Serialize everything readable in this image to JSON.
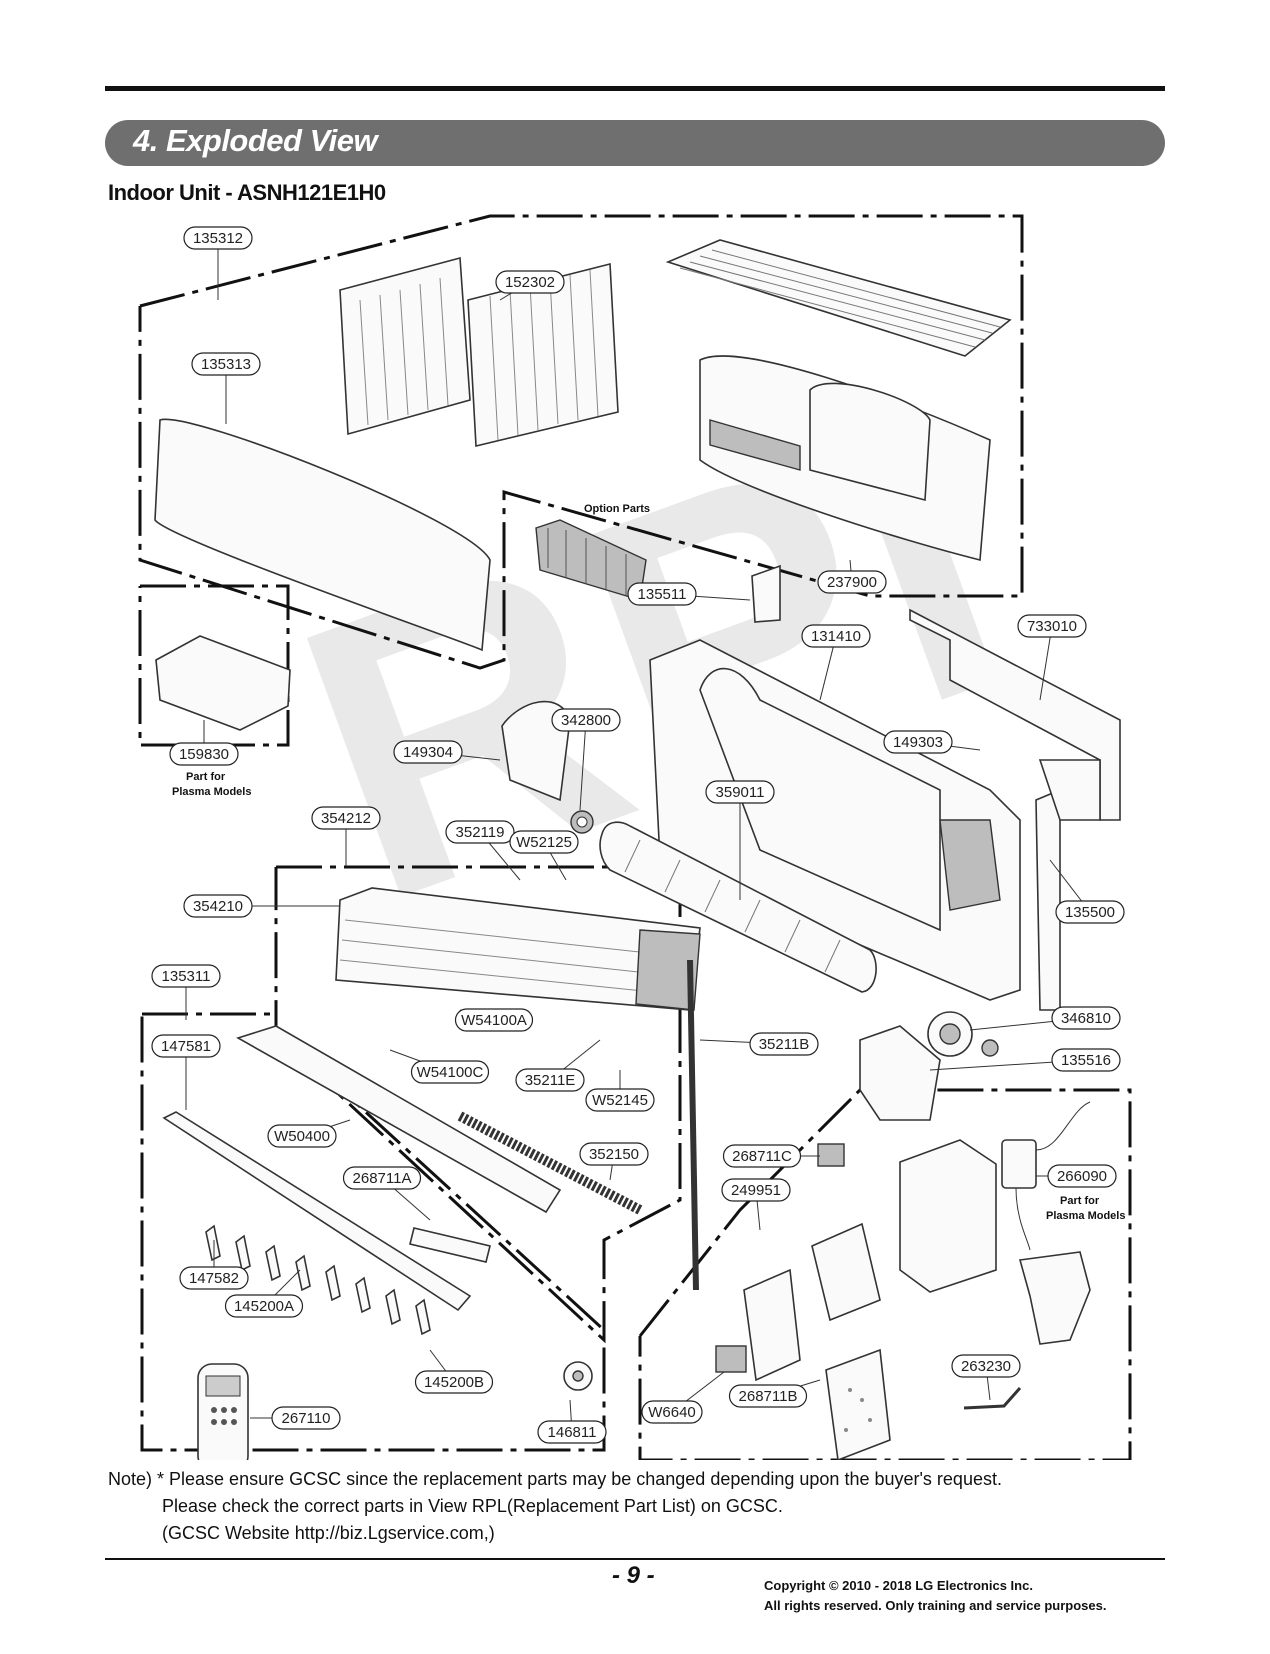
{
  "section_title": "4. Exploded View",
  "subtitle": "Indoor Unit - ASNH121E1H0",
  "watermark": "RPI",
  "option_parts_label": "Option Parts",
  "plasma_note_left": [
    "Part for",
    "Plasma Models"
  ],
  "plasma_note_right": [
    "Part for",
    "Plasma Models"
  ],
  "callouts": [
    {
      "id": "c135312",
      "label": "135312"
    },
    {
      "id": "c152302",
      "label": "152302"
    },
    {
      "id": "c135313",
      "label": "135313"
    },
    {
      "id": "c237900",
      "label": "237900"
    },
    {
      "id": "c135511",
      "label": "135511"
    },
    {
      "id": "c131410",
      "label": "131410"
    },
    {
      "id": "c733010",
      "label": "733010"
    },
    {
      "id": "c159830",
      "label": "159830"
    },
    {
      "id": "c149304",
      "label": "149304"
    },
    {
      "id": "c342800",
      "label": "342800"
    },
    {
      "id": "c149303",
      "label": "149303"
    },
    {
      "id": "c354212",
      "label": "354212"
    },
    {
      "id": "c359011",
      "label": "359011"
    },
    {
      "id": "c352119",
      "label": "352119"
    },
    {
      "id": "cW52125",
      "label": "W52125"
    },
    {
      "id": "c354210",
      "label": "354210"
    },
    {
      "id": "c135500",
      "label": "135500"
    },
    {
      "id": "c135311",
      "label": "135311"
    },
    {
      "id": "cW54100A",
      "label": "W54100A"
    },
    {
      "id": "c346810",
      "label": "346810"
    },
    {
      "id": "c147581",
      "label": "147581"
    },
    {
      "id": "cW54100C",
      "label": "W54100C"
    },
    {
      "id": "c35211E",
      "label": "35211E"
    },
    {
      "id": "c35211B",
      "label": "35211B"
    },
    {
      "id": "c135516",
      "label": "135516"
    },
    {
      "id": "cW52145",
      "label": "W52145"
    },
    {
      "id": "cW50400",
      "label": "W50400"
    },
    {
      "id": "c352150",
      "label": "352150"
    },
    {
      "id": "c268711C",
      "label": "268711C"
    },
    {
      "id": "c266090",
      "label": "266090"
    },
    {
      "id": "c268711A",
      "label": "268711A"
    },
    {
      "id": "c249951",
      "label": "249951"
    },
    {
      "id": "c147582",
      "label": "147582"
    },
    {
      "id": "c145200A",
      "label": "145200A"
    },
    {
      "id": "c263230",
      "label": "263230"
    },
    {
      "id": "c145200B",
      "label": "145200B"
    },
    {
      "id": "c267110",
      "label": "267110"
    },
    {
      "id": "c146811",
      "label": "146811"
    },
    {
      "id": "cW6640",
      "label": "W6640"
    },
    {
      "id": "c268711B",
      "label": "268711B"
    }
  ],
  "note": {
    "line1": "Note) * Please ensure GCSC since the replacement parts may be changed depending upon the buyer's request.",
    "line2": "Please check  the correct parts in View RPL(Replacement Part List) on GCSC.",
    "line3": "(GCSC Website  http://biz.Lgservice.com,)"
  },
  "page_number": "- 9 -",
  "copyright": {
    "line1": "Copyright © 2010 - 2018 LG Electronics Inc.",
    "line2": "All rights reserved. Only training and service purposes."
  }
}
